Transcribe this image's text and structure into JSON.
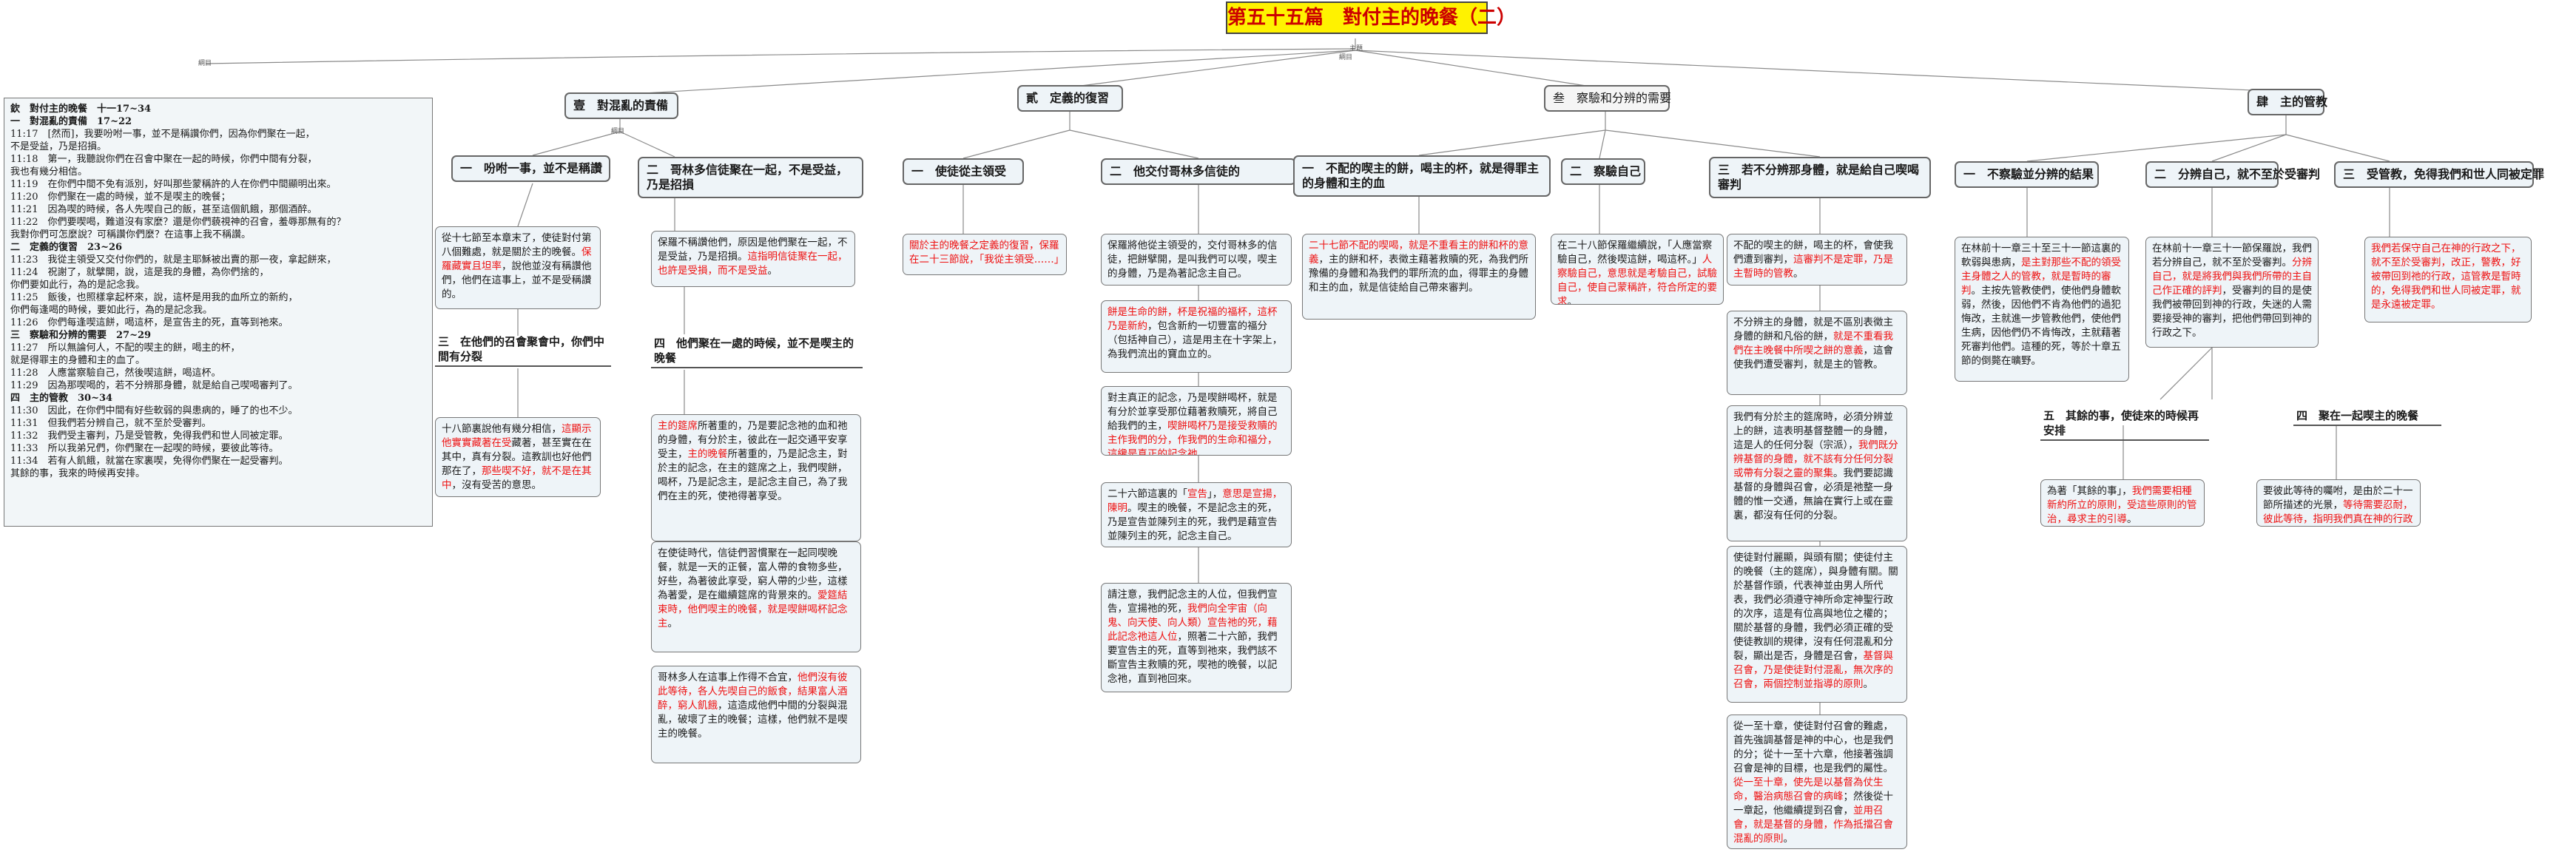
{
  "title": "第五十五篇　對付主的晚餐（二）",
  "small_labels": {
    "outline": "綱目",
    "topic": "主題",
    "summary": "綱目",
    "sub": "綱目"
  },
  "outline": [
    {
      "t": "欽　對付主的晚餐　十一17~34",
      "b": true
    },
    {
      "t": "一　對混亂的責備　17~22",
      "b": true
    },
    {
      "t": "11:17　[然而]，我要吩咐一事，並不是稱讚你們，因為你們聚在一起，"
    },
    {
      "t": "不是受益，乃是招損。"
    },
    {
      "t": "11:18　第一，我聽說你們在召會中聚在一起的時候，你們中間有分裂，"
    },
    {
      "t": "我也有幾分相信。"
    },
    {
      "t": "11:19　在你們中間不免有派別，好叫那些蒙稱許的人在你們中間顯明出來。"
    },
    {
      "t": "11:20　你們聚在一處的時候，並不是喫主的晚餐；"
    },
    {
      "t": "11:21　因為喫的時候，各人先喫自己的飯，甚至這個飢餓，那個酒醉。"
    },
    {
      "t": "11:22　你們要喫喝，難道沒有家麼？還是你們藐視神的召會，羞辱那無有的？"
    },
    {
      "t": "我對你們可怎麼說？可稱讚你們麼？在這事上我不稱讚。"
    },
    {
      "t": "二　定義的復習　23~26",
      "b": true
    },
    {
      "t": "11:23　我從主領受又交付你們的，就是主耶穌被出賣的那一夜，拿起餅來，"
    },
    {
      "t": "11:24　祝謝了，就擘開，說，這是我的身體，為你們捨的，"
    },
    {
      "t": "你們要如此行，為的是記念我。"
    },
    {
      "t": "11:25　飯後，也照樣拿起杯來，說，這杯是用我的血所立的新約，"
    },
    {
      "t": "你們每逢喝的時候，要如此行，為的是記念我。"
    },
    {
      "t": "11:26　你們每逢喫這餅，喝這杯，是宣告主的死，直等到祂來。"
    },
    {
      "t": "三　察驗和分辨的需要　27~29",
      "b": true
    },
    {
      "t": "11:27　所以無論何人，不配的喫主的餅，喝主的杯，"
    },
    {
      "t": "就是得罪主的身體和主的血了。"
    },
    {
      "t": "11:28　人應當察驗自己，然後喫這餅，喝這杯。"
    },
    {
      "t": "11:29　因為那喫喝的，若不分辨那身體，就是給自己喫喝審判了。"
    },
    {
      "t": "四　主的管教　30~34",
      "b": true
    },
    {
      "t": "11:30　因此，在你們中間有好些軟弱的與患病的，睡了的也不少。"
    },
    {
      "t": "11:31　但我們若分辨自己，就不至於受審判。"
    },
    {
      "t": "11:32　我們受主審判，乃是受管教，免得我們和世人同被定罪。"
    },
    {
      "t": "11:33　所以我弟兄們，你們聚在一起喫的時候，要彼此等待。"
    },
    {
      "t": "11:34　若有人飢餓，就當在家裏喫，免得你們聚在一起受審判。"
    },
    {
      "t": "其餘的事，我來的時候再安排。"
    }
  ],
  "main": [
    {
      "label": "壹　對混亂的責備"
    },
    {
      "label": "貳　定義的復習"
    },
    {
      "label": "叁　察驗和分辨的需要"
    },
    {
      "label": "肆　主的管教"
    }
  ],
  "points": [
    {
      "label": "一　吩咐一事，並不是稱讚"
    },
    {
      "label": "二　哥林多信徒聚在一起，不是受益，乃是招損"
    },
    {
      "label": "三　在他們的召會聚會中，你們中間有分裂"
    },
    {
      "label": "四　他們聚在一處的時候，並不是喫主的晚餐"
    },
    {
      "label": "一　使徒從主領受"
    },
    {
      "label": "二　他交付哥林多信徒的"
    },
    {
      "label": "一　不配的喫主的餅，喝主的杯，就是得罪主的身體和主的血"
    },
    {
      "label": "二　察驗自己"
    },
    {
      "label": "三　若不分辨那身體，就是給自己喫喝審判"
    },
    {
      "label": "一　不察驗並分辨的結果"
    },
    {
      "label": "二　分辨自己，就不至於受審判"
    },
    {
      "label": "三　受管教，免得我們和世人同被定罪"
    },
    {
      "label": "五　其餘的事，使徒來的時候再安排"
    },
    {
      "label": "四　聚在一起喫主的晚餐"
    }
  ],
  "notes": [
    {
      "parts": [
        {
          "t": "從十七節至本章末了，使徒對付第八個難處，就是關於主的晚餐。"
        },
        {
          "t": "保羅藏實且坦率",
          "r": true
        },
        {
          "t": "，說他並沒有稱讚他們，他們在這事上，並不是受稱讚的。"
        }
      ]
    },
    {
      "parts": [
        {
          "t": "保羅不稱讚他們，原因是他們聚在一起，不是受益，乃是招損。"
        },
        {
          "t": "這指明信徒聚在一起，也許是受損，而不是受益",
          "r": true
        },
        {
          "t": "。"
        }
      ]
    },
    {
      "parts": [
        {
          "t": "十八節裏說他有幾分相信，"
        },
        {
          "t": "這顯示他實實藏著在受",
          "r": true
        },
        {
          "t": "藏著，甚至實在在其中，真有分裂。這教訓也好他們那在了，"
        },
        {
          "t": "那些喫不好，就不是在其中",
          "r": true
        },
        {
          "t": "，沒有受苦的意思。"
        }
      ]
    },
    {
      "parts": [
        {
          "t": "主的筵席",
          "r": true
        },
        {
          "t": "所著重的，乃是要記念祂的血和祂的身體，有分於主，彼此在一起交通平安享受主，"
        },
        {
          "t": "主的晚餐",
          "r": true
        },
        {
          "t": "所著重的，乃是記念主，對於主的記念，在主的筵席之上，我們喫餅，喝杯，乃是記念主，是記念主自己，為了我們在主的死，使祂得著享受。"
        }
      ]
    },
    {
      "parts": [
        {
          "t": "在使徒時代，信徒們習慣聚在一起同喫晚餐，就是一天的正餐，富人帶的食物多些，好些，為著彼此享受，窮人帶的少些，這樣為著愛，是在繼續筵席的背景來的。"
        },
        {
          "t": "愛筵結束時，他們喫主的晚餐，就是喫餅喝杯記念主",
          "r": true
        },
        {
          "t": "。"
        }
      ]
    },
    {
      "parts": [
        {
          "t": "哥林多人在這事上作得不合宜，"
        },
        {
          "t": "他們沒有彼此等待，各人先喫自己的飯食，結果富人酒醉，窮人飢餓",
          "r": true
        },
        {
          "t": "，這造成他們中間的分裂與混亂，破壞了主的晚餐；這樣，他們就不是喫主的晚餐。"
        }
      ]
    },
    {
      "parts": [
        {
          "t": "關於主的晚餐之定義的復習，保羅在二十三節說，「我從主領受……」",
          "r": true
        }
      ]
    },
    {
      "parts": [
        {
          "t": "保羅將他從主領受的，交付哥林多的信徒，把餅擘開，是叫我們可以喫，喫主的身體，乃是為著記念主自己。"
        }
      ]
    },
    {
      "parts": [
        {
          "t": "餅是生命的餅，杯是祝福的福杯，這杯乃是新約",
          "r": true
        },
        {
          "t": "，包含新約一切豐富的福分（包括神自己），這是用主在十字架上，為我們流出的寶血立的。"
        }
      ]
    },
    {
      "parts": [
        {
          "t": "對主真正的記念，乃是喫餅喝杯，就是有分於並享受那位藉著救贖死，將自己給我們的主，"
        },
        {
          "t": "喫餅喝杯乃是接受救贖的主作我們的分，作我們的生命和福分，這纔是真正的記念祂",
          "r": true
        },
        {
          "t": "。"
        }
      ]
    },
    {
      "parts": [
        {
          "t": "二十六節這裏的「"
        },
        {
          "t": "宣告",
          "r": true
        },
        {
          "t": "」，"
        },
        {
          "t": "意思是宣揚，陳明",
          "r": true
        },
        {
          "t": "。喫主的晚餐，不是記念主的死，乃是宣告並陳列主的死，我們是藉宣告並陳列主的死，記念主自己。"
        }
      ]
    },
    {
      "parts": [
        {
          "t": "請注意，我們記念主的人位，但我們宣告，宣揚祂的死，"
        },
        {
          "t": "我們向全宇宙（向鬼、向天使、向人類）宣告祂的死，藉此記念祂這人位",
          "r": true
        },
        {
          "t": "，照著二十六節，我們要宣告主的死，直等到祂來，我們該不斷宣告主救贖的死，喫祂的晚餐，以記念祂，直到祂回來。"
        }
      ]
    },
    {
      "parts": [
        {
          "t": "二十七節不配的喫喝，就是不重看主的餅和杯的意義",
          "r": true
        },
        {
          "t": "，主的餅和杯，表徵主藉著救贖的死，為我們所豫備的身體和為我們的罪所流的血，得罪主的身體和主的血，就是信徒給自己帶來審判。"
        }
      ]
    },
    {
      "parts": [
        {
          "t": "在二十八節保羅繼續說，「人應當察驗自己，然後喫這餅，喝這杯。」"
        },
        {
          "t": "人察驗自己，意思就是考驗自己，試驗自己，使自己蒙稱許，符合所定的要求",
          "r": true
        },
        {
          "t": "。"
        }
      ]
    },
    {
      "parts": [
        {
          "t": "不配的喫主的餅，喝主的杯，會使我們遭到審判，"
        },
        {
          "t": "這審判不是定罪，乃是主暫時的管教",
          "r": true
        },
        {
          "t": "。"
        }
      ]
    },
    {
      "parts": [
        {
          "t": "不分辨主的身體，就是不區別表徵主身體的餅和凡俗的餅，"
        },
        {
          "t": "就是不重看我們在主晚餐中所喫之餅的意義",
          "r": true
        },
        {
          "t": "，這會使我們遭受審判，就是主的管教。"
        }
      ]
    },
    {
      "parts": [
        {
          "t": "我們有分於主的筵席時，必須分辨並上的餅，這表明基督整體一的身體，這是人的任何分裂（宗派），"
        },
        {
          "t": "我們既分辨基督的身體，就不該有分任何分裂或帶有分裂之靈的聚集",
          "r": true
        },
        {
          "t": "。我們要認識基督的身體與召會，必須是祂整一身體的惟一交通，無論在實行上或在靈裏，都沒有任何的分裂。"
        }
      ]
    },
    {
      "parts": [
        {
          "t": "使徒對付麗顯，與頭有關；使徒付主的晚餐（主的筵席），與身體有關。關於基督作頭，代表神並由男人所代表，我們必須遵守神所命定神聖行政的次序，這是有位高與地位之權的；關於基督的身體，我們必須正確的受使徒教訓的規律，沒有任何混亂和分裂，顯出是否，身體是召會，"
        },
        {
          "t": "基督與召會，乃是使徒對付混亂，無次序的召會，兩個控制並指導的原則",
          "r": true
        },
        {
          "t": "。"
        }
      ]
    },
    {
      "parts": [
        {
          "t": "從一至十章，使徒對付召會的難處，首先強調基督是神的中心，也是我們的分；從十一至十六章，他接著強調召會是神的目標，也是我們的屬性。"
        },
        {
          "t": "從一至十章，使先是以基督為仗生命，醫治病態召會的病峰",
          "r": true
        },
        {
          "t": "；然後從十一章起，他繼續提到召會，"
        },
        {
          "t": "並用召會，就是基督的身體，作為抵擋召會混亂的原則",
          "r": true
        },
        {
          "t": "。"
        }
      ]
    },
    {
      "parts": [
        {
          "t": "在林前十一章三十至三十一節這裏的軟弱與患病，"
        },
        {
          "t": "是主對那些不配的領受主身體之人的管教，就是暫時的審判",
          "r": true
        },
        {
          "t": "。主按先管教使們，使他們身體軟弱，然後，因他們不肯為他們的過犯悔改，主就進一步管教他們，使他們生病，因他們仍不肯悔改，主就藉著死審判他們。這種的死，等於十章五節的倒斃在曠野。"
        }
      ]
    },
    {
      "parts": [
        {
          "t": "在林前十一章三十一節保羅說，我們若分辨自己，就不至於受審判。"
        },
        {
          "t": "分辨自己，就是將我們與我們所帶的主自己作正確的評判",
          "r": true
        },
        {
          "t": "，受審判的目的是使我們被帶回到神的行政，失迷的人需要接受神的審判，把他們帶回到神的行政之下。"
        }
      ]
    },
    {
      "parts": [
        {
          "t": "我們若保守自己在神的行政之下，就不至於受審判，改正，警教，好被帶回到祂的行政，這管教是暫時的，免得我們和世人同被定罪，就是永遠被定罪。",
          "r": true
        }
      ]
    },
    {
      "parts": [
        {
          "t": "為著「其餘的事」，"
        },
        {
          "t": "我們需要相種新約所立的原則，受這些原則的管治，尋求主的引導",
          "r": true
        },
        {
          "t": "。"
        }
      ]
    },
    {
      "parts": [
        {
          "t": "要彼此等待的囑咐，是由於二十一節所描述的光景，"
        },
        {
          "t": "等待需要忍耐，彼此等待，指明我們真在神的行政之下",
          "r": true
        },
        {
          "t": "。"
        }
      ]
    }
  ]
}
